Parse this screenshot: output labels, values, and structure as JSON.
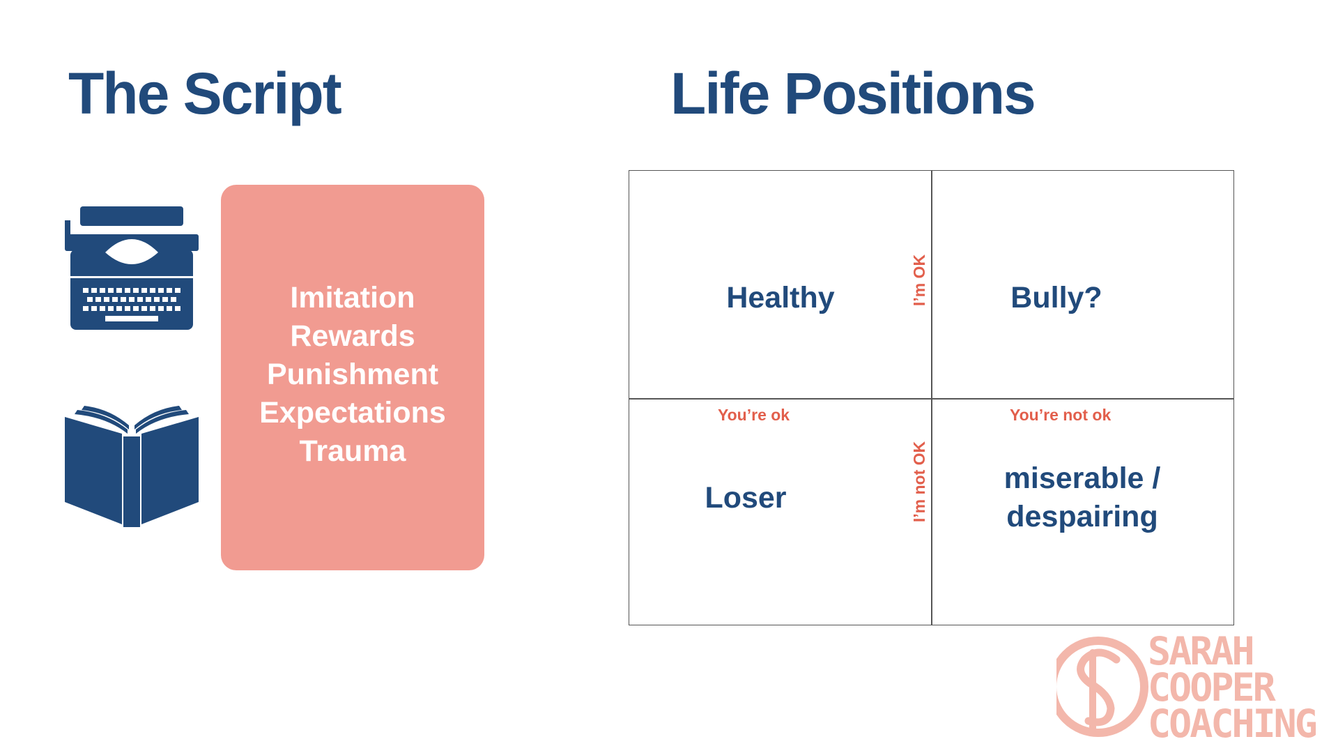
{
  "left_section": {
    "title": "The Script",
    "items": [
      "Imitation",
      "Rewards",
      "Punishment",
      "Expectations",
      "Trauma"
    ],
    "icons": [
      "typewriter-icon",
      "open-book-icon"
    ]
  },
  "right_section": {
    "title": "Life Positions",
    "cells": {
      "top_left": "Healthy",
      "top_right": "Bully?",
      "bottom_left": "Loser",
      "bottom_right_line1": "miserable /",
      "bottom_right_line2": "despairing"
    },
    "axis_labels": {
      "youre_ok": "You’re ok",
      "youre_not_ok": "You’re not ok",
      "im_ok": "I’m OK",
      "im_not_ok": "I’m not OK"
    }
  },
  "logo": {
    "line1": "SARAH",
    "line2": "COOPER",
    "line3": "COACHING"
  },
  "colors": {
    "title_blue": "#214a7b",
    "card_salmon": "#f19b91",
    "axis_red": "#e25f4c",
    "logo_pink": "#f3b7ab"
  }
}
